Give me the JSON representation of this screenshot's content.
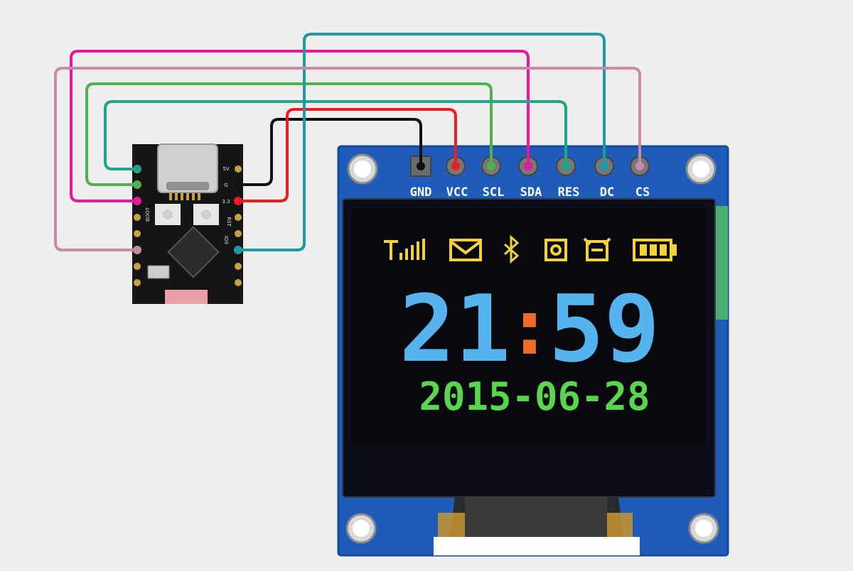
{
  "diagram": {
    "colors": {
      "background": "#eeeeee",
      "display_pcb": "#1f5bb8",
      "controller_pcb": "#151515",
      "screen": "#07090f"
    },
    "oled_module": {
      "pins": [
        {
          "label": "GND",
          "wire_color": "#111111"
        },
        {
          "label": "VCC",
          "wire_color": "#ee1c24"
        },
        {
          "label": "SCL",
          "wire_color": "#53b04f"
        },
        {
          "label": "SDA",
          "wire_color": "#e6199a"
        },
        {
          "label": "RES",
          "wire_color": "#1ea685"
        },
        {
          "label": "DC",
          "wire_color": "#1d9aa6"
        },
        {
          "label": "CS",
          "wire_color": "#c98aa7"
        }
      ],
      "screen": {
        "icons": [
          "signal-icon",
          "mail-icon",
          "bluetooth-icon",
          "gps-icon",
          "alarm-icon",
          "battery-icon"
        ],
        "time_hours": "21",
        "time_separator": ":",
        "time_minutes": "59",
        "date": "2015-06-28",
        "icon_color": "#f2d13c",
        "time_color": "#55b3f0",
        "separator_color": "#f06a2a",
        "date_color": "#58d64d"
      }
    },
    "controller_board": {
      "pin_labels": [
        "5V",
        "G",
        "3.3",
        "RST",
        "BOOT",
        "IO9"
      ]
    }
  }
}
